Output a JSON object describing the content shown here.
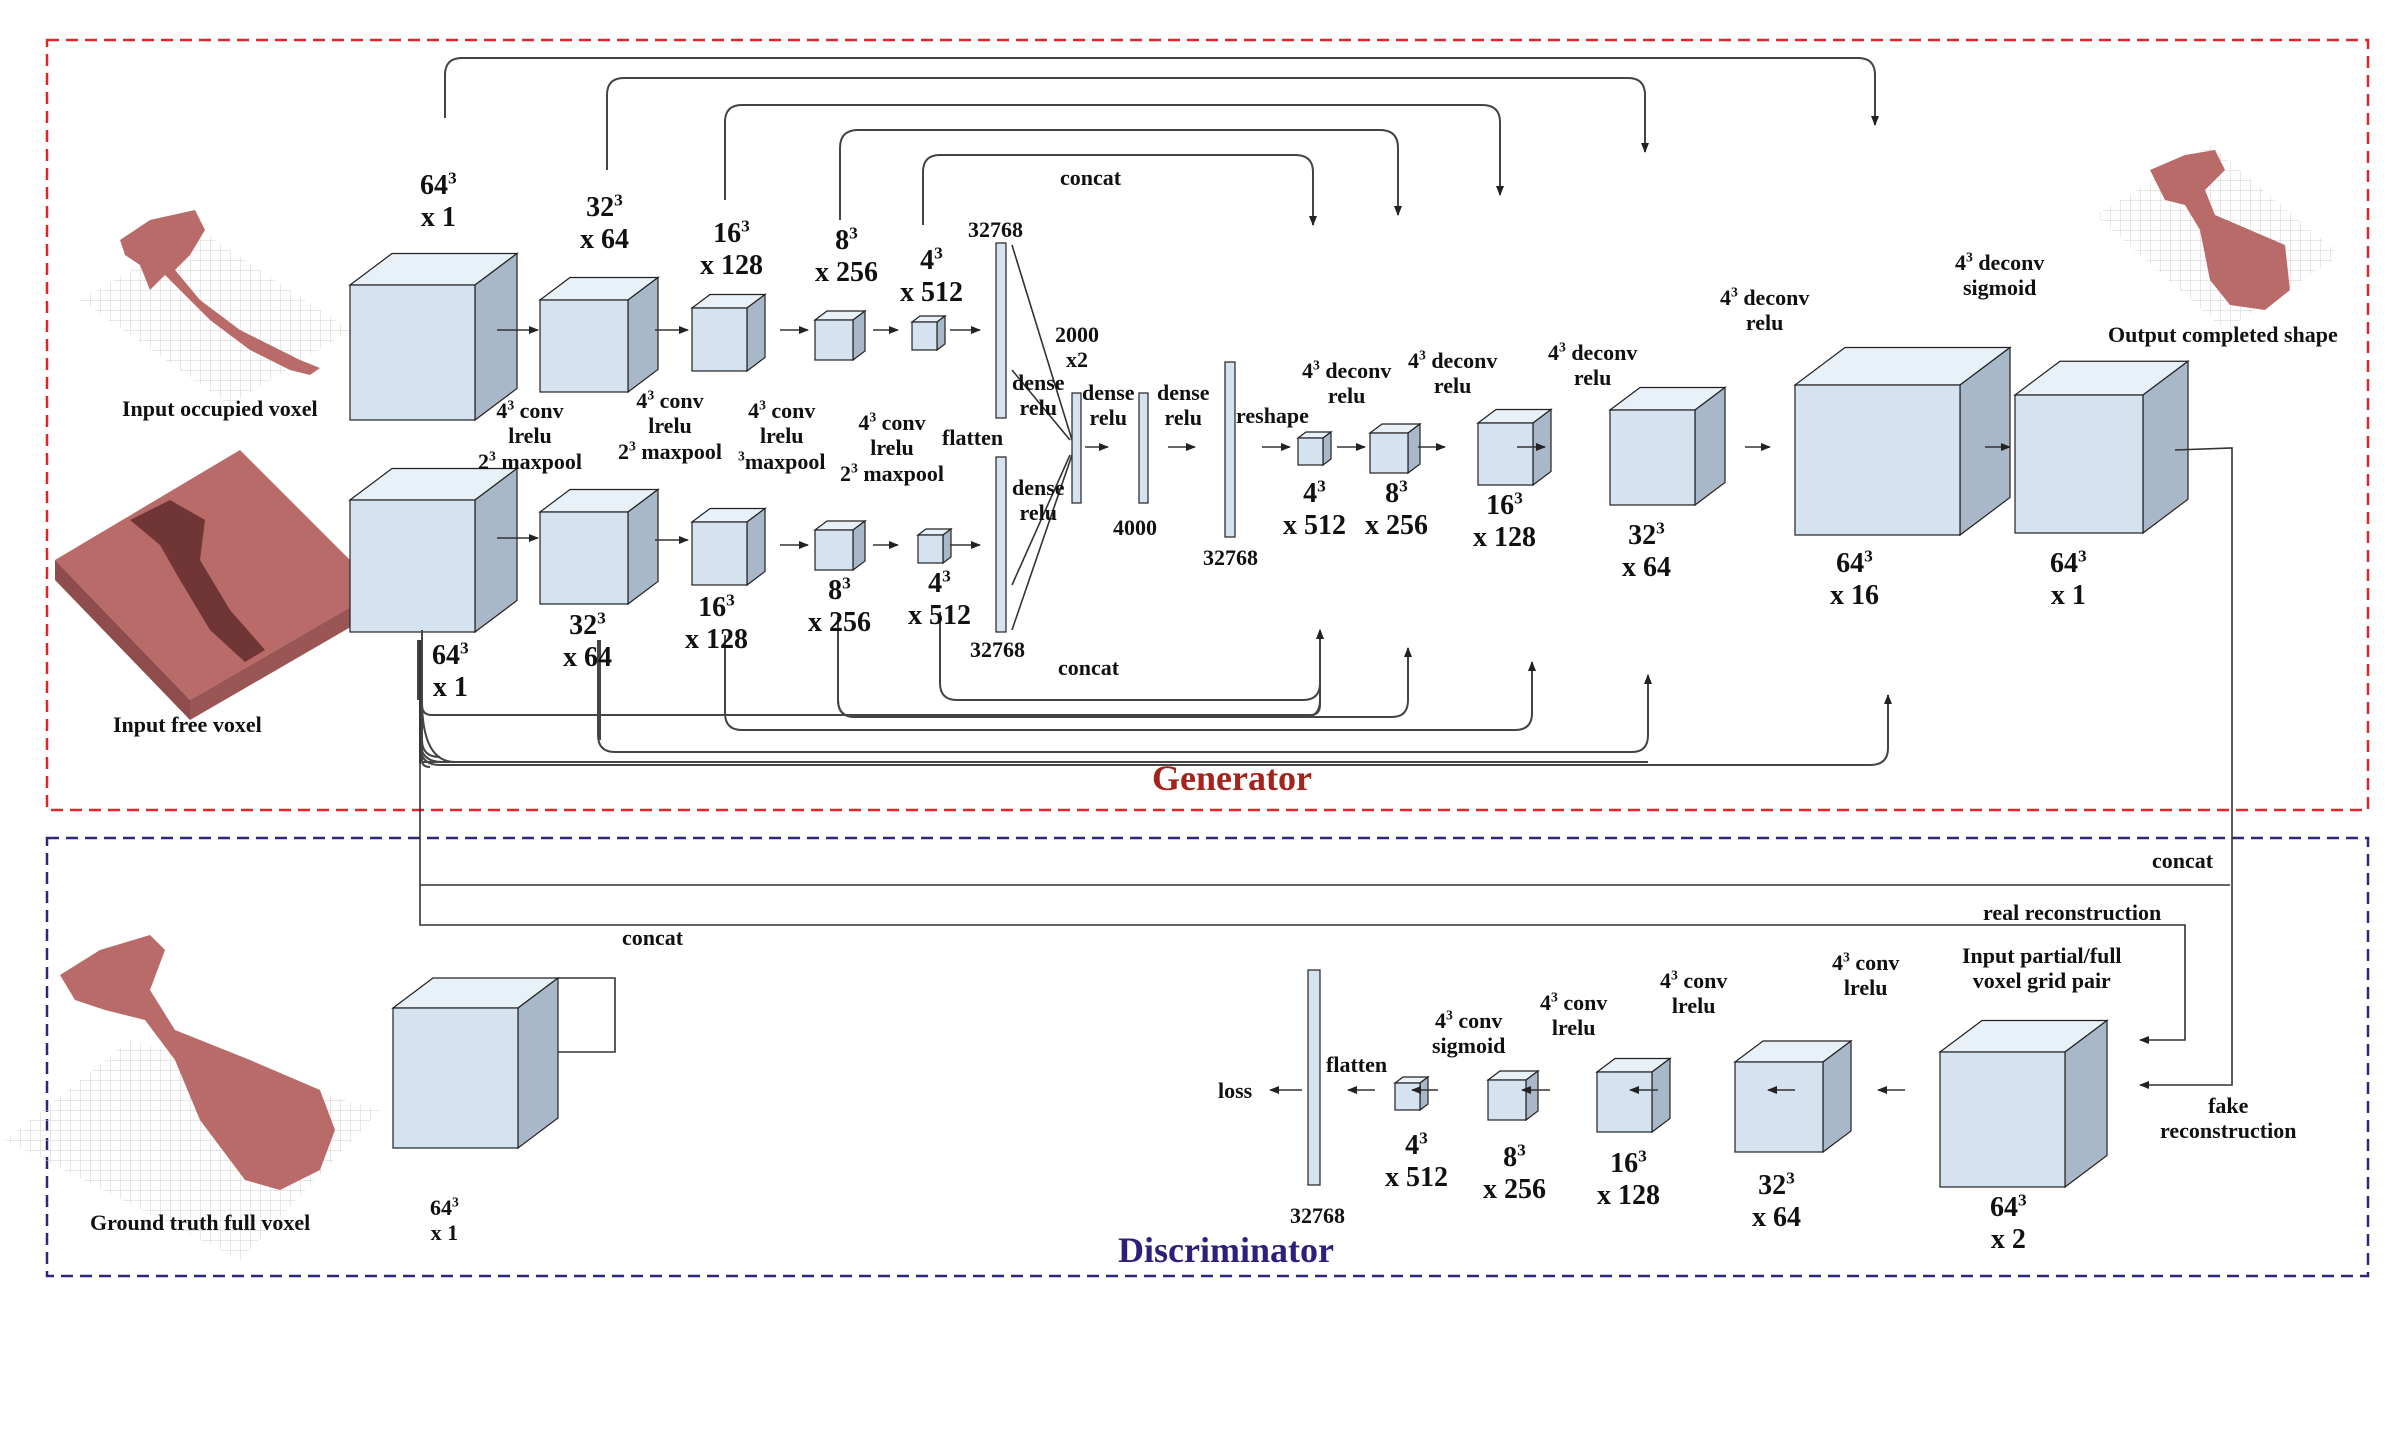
{
  "colors": {
    "cube_front": "#d5e3f1",
    "cube_top": "#e8f0f8",
    "cube_side": "#a9b8c8",
    "voxel": "#b86b69",
    "generator_box": "#e0262b",
    "discriminator_box": "#2d2778",
    "generator_title": "#a3241c",
    "discriminator_title": "#2e1f7a"
  },
  "sections": {
    "generator": "Generator",
    "discriminator": "Discriminator"
  },
  "images": {
    "input_occupied": "Input occupied voxel",
    "input_free": "Input free voxel",
    "output": "Output completed shape",
    "ground_truth": "Ground truth full voxel"
  },
  "generator": {
    "enc_top": [
      {
        "base": "64",
        "ch": "x 1"
      },
      {
        "base": "32",
        "ch": "x 64"
      },
      {
        "base": "16",
        "ch": "x 128"
      },
      {
        "base": "8",
        "ch": "x 256"
      },
      {
        "base": "4",
        "ch": "x 512"
      }
    ],
    "enc_bottom": [
      {
        "base": "64",
        "ch": "x 1"
      },
      {
        "base": "32",
        "ch": "x 64"
      },
      {
        "base": "16",
        "ch": "x 128"
      },
      {
        "base": "8",
        "ch": "x 256"
      },
      {
        "base": "4",
        "ch": "x 512"
      }
    ],
    "ops": [
      {
        "a": "4",
        "b": " conv",
        "c": "lrelu",
        "d": "2",
        "e": " maxpool"
      },
      {
        "a": "4",
        "b": " conv",
        "c": "lrelu",
        "d": "2",
        "e": " maxpool"
      },
      {
        "a": "4",
        "b": " conv",
        "c": "lrelu",
        "d": "",
        "e": "maxpool"
      },
      {
        "a": "4",
        "b": " conv",
        "c": "lrelu",
        "d": "2",
        "e": " maxpool"
      }
    ],
    "flatten": "flatten",
    "n32768_top": "32768",
    "n32768_bottom": "32768",
    "dense_relu_top": "dense\nrelu",
    "dense_relu_bottom": "dense\nrelu",
    "n2000": "2000\nx2",
    "dense_relu_a": "dense\nrelu",
    "dense_relu_b": "dense\nrelu",
    "n4000": "4000",
    "n32768_mid": "32768",
    "reshape": "reshape",
    "dec": [
      {
        "base": "4",
        "ch": "x 512"
      },
      {
        "base": "8",
        "ch": "x 256"
      },
      {
        "base": "16",
        "ch": "x 128"
      },
      {
        "base": "32",
        "ch": "x 64"
      },
      {
        "base": "64",
        "ch": "x 16"
      },
      {
        "base": "64",
        "ch": "x 1"
      }
    ],
    "deconv_ops": [
      {
        "a": "4",
        "b": " deconv",
        "c": "relu"
      },
      {
        "a": "4",
        "b": " deconv",
        "c": "relu"
      },
      {
        "a": "4",
        "b": " deconv",
        "c": "relu"
      },
      {
        "a": "4",
        "b": " deconv",
        "c": "relu"
      },
      {
        "a": "4",
        "b": " deconv",
        "c": "sigmoid"
      }
    ],
    "concat_top": "concat",
    "concat_bottom": "concat"
  },
  "discriminator": {
    "concat_right": "concat",
    "concat_left": "concat",
    "real_reconstruction": "real reconstruction",
    "fake_reconstruction": "fake\nreconstruction",
    "input_pair": "Input partial/full\nvoxel grid pair",
    "gt_size": {
      "base": "64",
      "ch": "x 1"
    },
    "blocks": [
      {
        "base": "64",
        "ch": "x 2"
      },
      {
        "base": "32",
        "ch": "x 64"
      },
      {
        "base": "16",
        "ch": "x 128"
      },
      {
        "base": "8",
        "ch": "x 256"
      },
      {
        "base": "4",
        "ch": "x 512"
      }
    ],
    "ops": [
      {
        "a": "4",
        "b": " conv",
        "c": "lrelu"
      },
      {
        "a": "4",
        "b": " conv",
        "c": "lrelu"
      },
      {
        "a": "4",
        "b": " conv",
        "c": "lrelu"
      },
      {
        "a": "4",
        "b": " conv",
        "c": "sigmoid"
      }
    ],
    "flatten": "flatten",
    "n32768": "32768",
    "loss": "loss"
  }
}
